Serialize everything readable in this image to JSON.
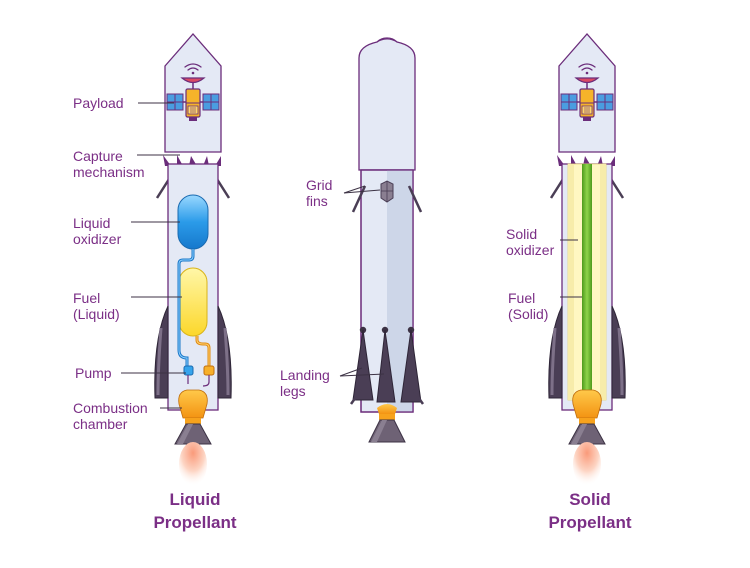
{
  "liquid": {
    "title_line1": "Liquid",
    "title_line2": "Propellant",
    "labels": {
      "payload": "Payload",
      "capture_1": "Capture",
      "capture_2": "mechanism",
      "oxidizer_1": "Liquid",
      "oxidizer_2": "oxidizer",
      "fuel_1": "Fuel",
      "fuel_2": "(Liquid)",
      "pump": "Pump",
      "combustion_1": "Combustion",
      "combustion_2": "chamber"
    }
  },
  "center": {
    "labels": {
      "grid_1": "Grid",
      "grid_2": "fins",
      "legs_1": "Landing",
      "legs_2": "legs"
    }
  },
  "solid": {
    "title_line1": "Solid",
    "title_line2": "Propellant",
    "labels": {
      "oxidizer_1": "Solid",
      "oxidizer_2": "oxidizer",
      "fuel_1": "Fuel",
      "fuel_2": "(Solid)"
    }
  },
  "colors": {
    "label_text": "#7b2f86",
    "outline": "#6b2d7b",
    "body_fill": "#e4e9f5",
    "oxidizer_blue": "#1e96e8",
    "fuel_yellow": "#fde13a",
    "engine_orange": "#f7a21c",
    "fin_dark": "#4a3e55",
    "solid_green": "#6bb52a",
    "solid_cream": "#fff7c2"
  },
  "icons": [
    "satellite-icon",
    "signal-icon",
    "flame-icon"
  ]
}
